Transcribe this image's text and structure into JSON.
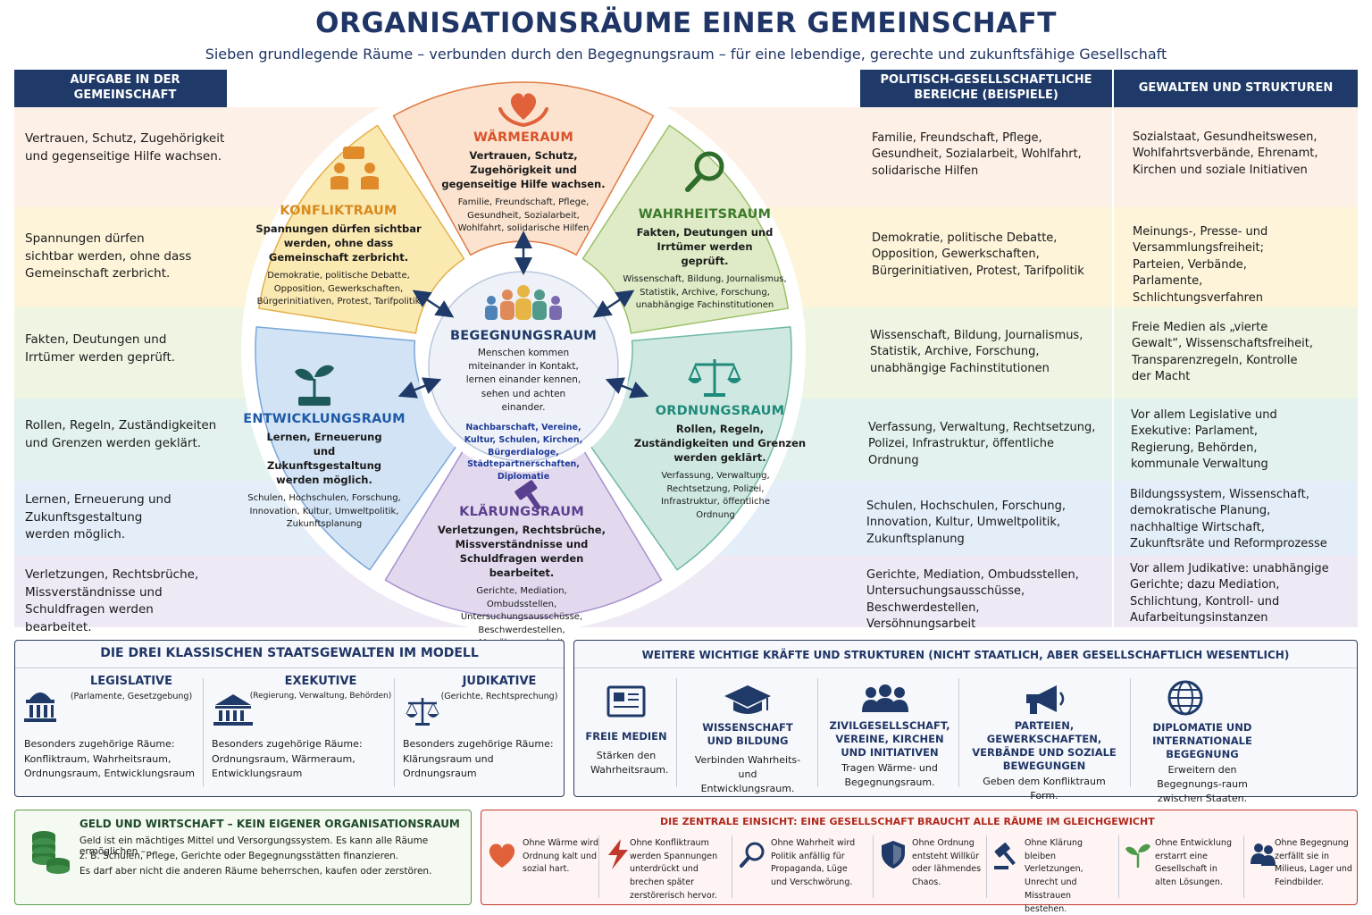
{
  "title": "ORGANISATIONSRÄUME EINER GEMEINSCHAFT",
  "subtitle": "Sieben grundlegende Räume – verbunden durch den Begegnungsraum – für eine lebendige, gerechte und zukunftsfähige Gesellschaft",
  "headers": {
    "left": "AUFGABE IN DER GEMEINSCHAFT",
    "right1": "POLITISCH-GESELLSCHAFTLICHE BEREICHE (BEISPIELE)",
    "right2": "GEWALTEN UND STRUKTUREN"
  },
  "colors": {
    "waerme": "#fbe3cf",
    "waerme_line": "#e07a43",
    "waerme_title": "#d9532b",
    "konflikt": "#fbe9b2",
    "konflikt_line": "#e3b04b",
    "konflikt_title": "#d98a1c",
    "wahrheit": "#deebc6",
    "wahrheit_line": "#9cc06a",
    "wahrheit_title": "#3c7a2c",
    "ordnung": "#cfe9e2",
    "ordnung_line": "#6fb8a6",
    "ordnung_title": "#1f8a7a",
    "entwicklung": "#d2e3f5",
    "entwicklung_line": "#7aa7d8",
    "entwicklung_title": "#1f5aa6",
    "klaerung": "#e2d9ef",
    "klaerung_line": "#a68fcc",
    "klaerung_title": "#5b3f8f",
    "navy": "#1f3a68"
  },
  "rows": [
    {
      "left": "Vertrauen, Schutz, Zugehörigkeit und gegenseitige Hilfe wachsen.",
      "bereiche": "Familie, Freundschaft, Pflege, Gesundheit, Sozialarbeit, Wohlfahrt, solidarische Hilfen",
      "gewalten": "Sozialstaat, Gesundheitswesen, Wohlfahrtsverbände, Ehrenamt, Kirchen und soziale Initiativen"
    },
    {
      "left": "Spannungen dürfen sichtbar werden, ohne dass Gemeinschaft zerbricht.",
      "bereiche": "Demokratie, politische Debatte, Opposition, Gewerkschaften, Bürgerinitiativen, Protest, Tarifpolitik",
      "gewalten": "Meinungs-, Presse- und Versammlungsfreiheit; Parteien, Verbände, Parlamente, Schlichtungsverfahren"
    },
    {
      "left": "Fakten, Deutungen und Irrtümer werden geprüft.",
      "bereiche": "Wissenschaft, Bildung, Journalismus, Statistik, Archive, Forschung, unabhängige Fachinstitutionen",
      "gewalten": "Freie Medien als „vierte Gewalt“, Wissenschaftsfreiheit, Transparenzregeln, Kontrolle der Macht"
    },
    {
      "left": "Rollen, Regeln, Zuständigkeiten und Grenzen werden geklärt.",
      "bereiche": "Verfassung, Verwaltung, Rechtsetzung, Polizei, Infrastruktur, öffentliche Ordnung",
      "gewalten": "Vor allem Legislative und Exekutive: Parlament, Regierung, Behörden, kommunale Verwaltung"
    },
    {
      "left": "Lernen, Erneuerung und Zukunftsgestaltung werden möglich.",
      "bereiche": "Schulen, Hochschulen, Forschung, Innovation, Kultur, Umweltpolitik, Zukunftsplanung",
      "gewalten": "Bildungssystem, Wissenschaft, demokratische Planung, nachhaltige Wirtschaft, Zukunftsräte und Reformprozesse"
    },
    {
      "left": "Verletzungen, Rechtsbrüche, Missverständnisse und Schuldfragen werden bearbeitet.",
      "bereiche": "Gerichte, Mediation, Ombudsstellen, Untersuchungsausschüsse, Beschwerdestellen, Versöhnungsarbeit",
      "gewalten": "Vor allem Judikative: unabhängige Gerichte; dazu Mediation, Schlichtung, Kontroll- und Aufarbeitungsinstanzen"
    }
  ],
  "segments": {
    "waerme": {
      "title": "WÄRMERAUM",
      "desc": "Vertrauen, Schutz, Zugehörigkeit und gegenseitige Hilfe wachsen.",
      "ex": "Familie, Freundschaft, Pflege, Gesundheit, Sozialarbeit, Wohlfahrt, solidarische Hilfen",
      "icon": "heart-hands-icon"
    },
    "konflikt": {
      "title": "KONFLIKTRAUM",
      "desc": "Spannungen dürfen sichtbar werden, ohne dass Gemeinschaft zerbricht.",
      "ex": "Demokratie, politische Debatte, Opposition, Gewerkschaften, Bürgerinitiativen, Protest, Tarifpolitik",
      "icon": "discussion-icon"
    },
    "wahrheit": {
      "title": "WAHRHEITSRAUM",
      "desc": "Fakten, Deutungen und Irrtümer werden geprüft.",
      "ex": "Wissenschaft, Bildung, Journalismus, Statistik, Archive, Forschung, unabhängige Fachinstitutionen",
      "icon": "magnifier-icon"
    },
    "ordnung": {
      "title": "ORDNUNGSRAUM",
      "desc": "Rollen, Regeln, Zuständigkeiten und Grenzen werden geklärt.",
      "ex": "Verfassung, Verwaltung, Rechtsetzung, Polizei, Infrastruktur, öffentliche Ordnung",
      "icon": "scales-icon"
    },
    "entwicklung": {
      "title": "ENTWICKLUNGSRAUM",
      "desc": "Lernen, Erneuerung und Zukunftsgestaltung werden möglich.",
      "ex": "Schulen, Hochschulen, Forschung, Innovation, Kultur, Umweltpolitik, Zukunftsplanung",
      "icon": "sprout-icon"
    },
    "klaerung": {
      "title": "KLÄRUNGSRAUM",
      "desc": "Verletzungen, Rechtsbrüche, Missverständnisse und Schuldfragen werden bearbeitet.",
      "ex": "Gerichte, Mediation, Ombudsstellen, Untersuchungsausschüsse, Beschwerdestellen, Versöhnungsarbeit",
      "icon": "gavel-icon"
    },
    "begegnung": {
      "title": "BEGEGNUNGSRAUM",
      "desc": "Menschen kommen miteinander in Kontakt, lernen einander kennen, sehen und achten einander.",
      "ex": "Nachbarschaft, Vereine, Kultur, Schulen, Kirchen, Bürgerdialoge, Städtepartnerschaften, Diplomatie",
      "icon": "people-group-icon"
    }
  },
  "powers": {
    "title": "DIE DREI KLASSISCHEN STAATSGEWALTEN IM MODELL",
    "items": [
      {
        "title": "LEGISLATIVE",
        "sub": "(Parlamente, Gesetzgebung)",
        "label": "Besonders zugehörige Räume:",
        "text": "Konfliktraum, Wahrheitsraum, Ordnungsraum, Entwicklungsraum"
      },
      {
        "title": "EXEKUTIVE",
        "sub": "(Regierung, Verwaltung, Behörden)",
        "label": "Besonders zugehörige Räume:",
        "text": "Ordnungsraum, Wärmeraum, Entwicklungsraum"
      },
      {
        "title": "JUDIKATIVE",
        "sub": "(Gerichte, Rechtsprechung)",
        "label": "Besonders zugehörige Räume:",
        "text": "Klärungsraum und Ordnungsraum"
      }
    ]
  },
  "forces": {
    "title": "WEITERE WICHTIGE KRÄFTE UND STRUKTUREN (NICHT STAATLICH, ABER GESELLSCHAFTLICH WESENTLICH)",
    "items": [
      {
        "title": "FREIE MEDIEN",
        "text": "Stärken den Wahrheitsraum."
      },
      {
        "title": "WISSENSCHAFT UND BILDUNG",
        "text": "Verbinden Wahrheits- und Entwicklungsraum."
      },
      {
        "title": "ZIVILGESELLSCHAFT, VEREINE, KIRCHEN UND INITIATIVEN",
        "text": "Tragen Wärme- und Begegnungsraum."
      },
      {
        "title": "PARTEIEN, GEWERKSCHAFTEN, VERBÄNDE UND SOZIALE BEWEGUNGEN",
        "text": "Geben dem Konfliktraum Form."
      },
      {
        "title": "DIPLOMATIE UND INTERNATIONALE BEGEGNUNG",
        "text": "Erweitern den Begegnungs-raum zwischen Staaten."
      }
    ]
  },
  "money": {
    "title": "GELD UND WIRTSCHAFT – KEIN EIGENER ORGANISATIONSRAUM",
    "line1": "Geld ist ein mächtiges Mittel und Versorgungssystem. Es kann alle Räume ermöglichen –",
    "line2": "z. B. Schulen, Pflege, Gerichte oder Begegnungsstätten finanzieren.",
    "line3": "Es darf aber nicht die anderen Räume beherrschen, kaufen oder zerstören."
  },
  "insight": {
    "title": "DIE ZENTRALE EINSICHT: EINE GESELLSCHAFT BRAUCHT ALLE RÄUME IM GLEICHGEWICHT",
    "items": [
      {
        "text": "Ohne Wärme wird Ordnung kalt und sozial hart.",
        "icon": "heart-icon"
      },
      {
        "text": "Ohne Konfliktraum werden Spannungen unterdrückt und brechen später zerstörerisch hervor.",
        "icon": "lightning-icon"
      },
      {
        "text": "Ohne Wahrheit wird Politik anfällig für Propaganda, Lüge und Verschwörung.",
        "icon": "magnifier-icon"
      },
      {
        "text": "Ohne Ordnung entsteht Willkür oder lähmendes Chaos.",
        "icon": "shield-icon"
      },
      {
        "text": "Ohne Klärung bleiben Verletzungen, Unrecht und Misstrauen bestehen.",
        "icon": "gavel-icon"
      },
      {
        "text": "Ohne Entwicklung erstarrt eine Gesellschaft in alten Lösungen.",
        "icon": "sprout-icon"
      },
      {
        "text": "Ohne Begegnung zerfällt sie in Milieus, Lager und Feindbilder.",
        "icon": "people-icon"
      }
    ]
  }
}
